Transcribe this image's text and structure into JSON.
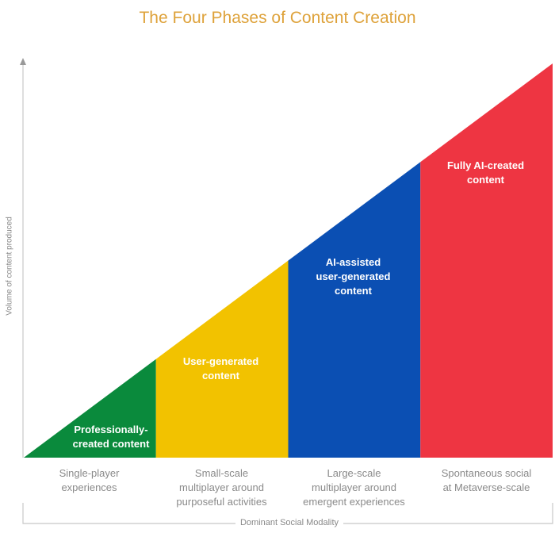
{
  "title": "The Four Phases of Content Creation",
  "y_axis_label": "Volume of content produced",
  "x_axis_label": "Dominant Social Modality",
  "phases": [
    {
      "label": "Professionally-created content",
      "line1": "Professionally-",
      "line2": "created content",
      "category_line1": "Single-player",
      "category_line2": "experiences",
      "category_line3": "",
      "color": "#0a8a3c"
    },
    {
      "label": "User-generated content",
      "line1": "User-generated",
      "line2": "content",
      "category_line1": "Small-scale",
      "category_line2": "multiplayer around",
      "category_line3": "purposeful activities",
      "color": "#f2c200"
    },
    {
      "label": "AI-assisted user-generated content",
      "line1": "AI-assisted",
      "line2": "user-generated",
      "line3": "content",
      "category_line1": "Large-scale",
      "category_line2": "multiplayer around",
      "category_line3": "emergent experiences",
      "color": "#0b4fb3"
    },
    {
      "label": "Fully AI-created content",
      "line1": "Fully AI-created",
      "line2": "content",
      "category_line1": "Spontaneous social",
      "category_line2": "at Metaverse-scale",
      "category_line3": "",
      "color": "#ee3542"
    }
  ]
}
